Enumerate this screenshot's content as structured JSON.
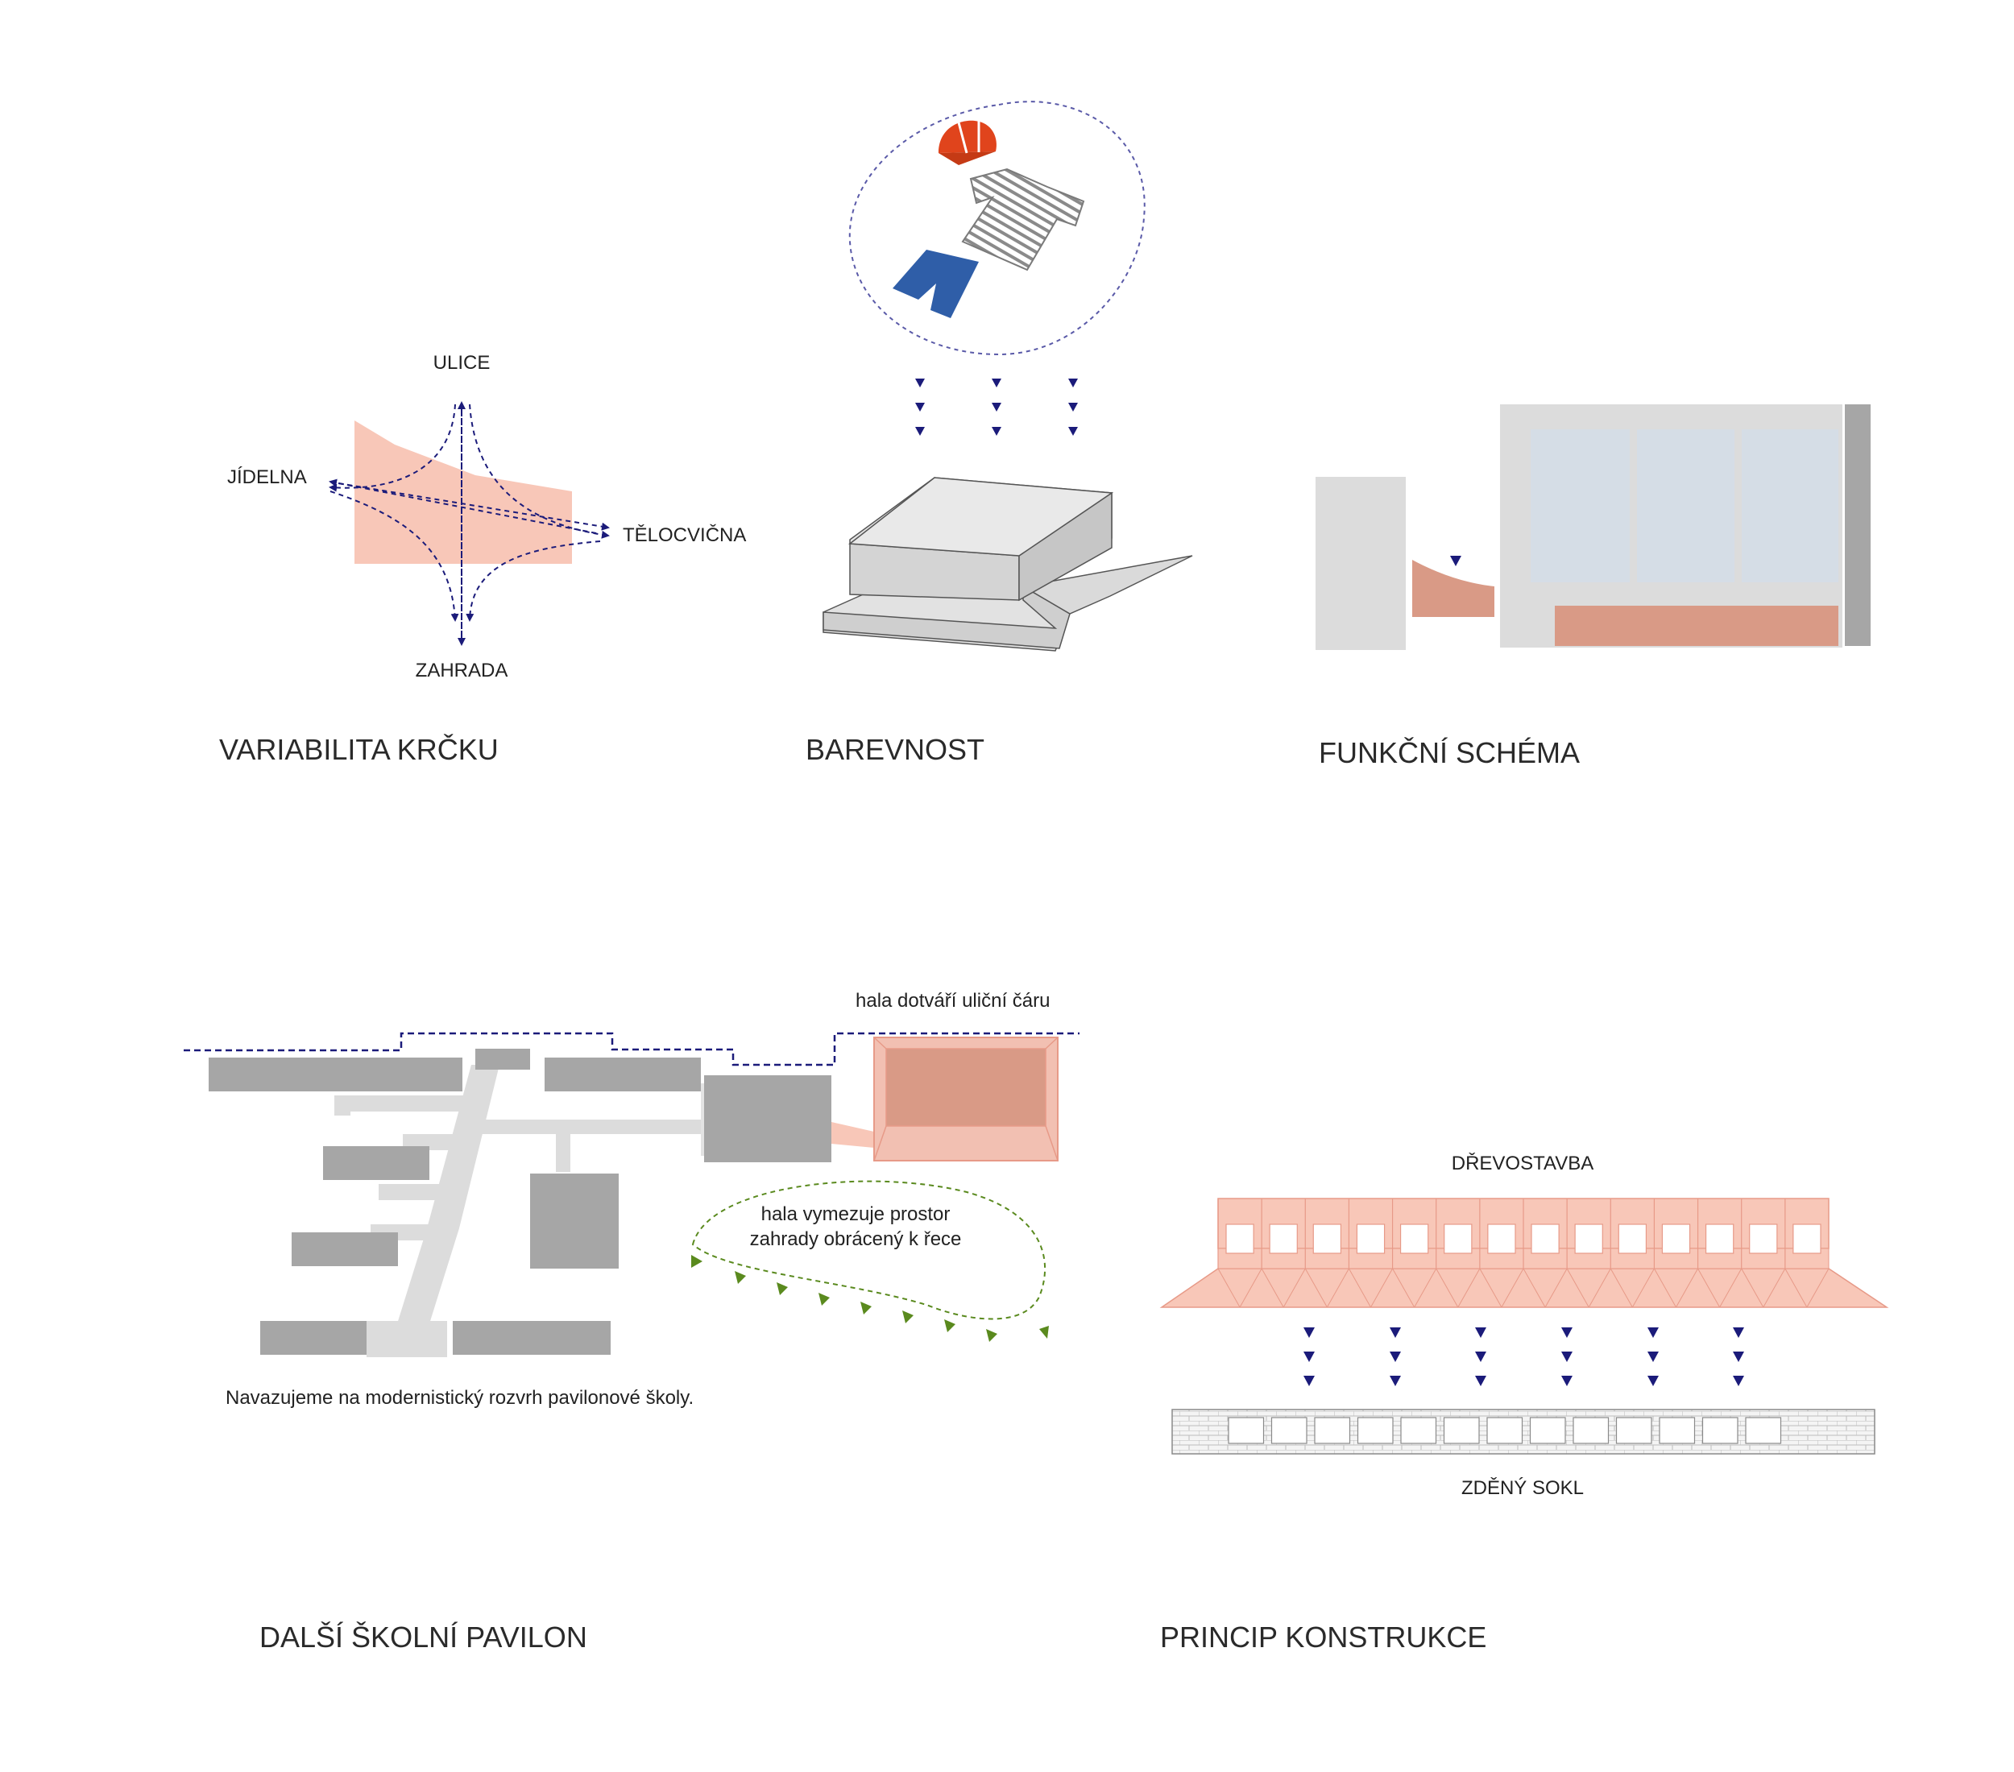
{
  "colors": {
    "salmon_light": "#f8c7b8",
    "salmon": "#d99a86",
    "salmon_pale": "#f2c0b2",
    "salmon_edge": "#e79a88",
    "grey_dark": "#a6a6a6",
    "grey_light": "#dcdcdc",
    "grey_mid": "#cfcfcf",
    "blue_arrow": "#1b1b7a",
    "blue_window": "#d5dde6",
    "shorts_blue": "#2f5ea8",
    "cap_red": "#e0441c",
    "green": "#5a8a1e"
  },
  "panels": {
    "variabilita": {
      "title": "VARIABILITA KRČKU",
      "labels": {
        "north": "ULICE",
        "west": "JÍDELNA",
        "east": "TĚLOCVIČNA",
        "south": "ZAHRADA"
      },
      "icons": [
        "flow-arrows-icon"
      ]
    },
    "barevnost": {
      "title": "BAREVNOST",
      "icons": [
        "cap-icon",
        "striped-shirt-icon",
        "shorts-icon",
        "down-arrow-icon",
        "building-massing-icon"
      ]
    },
    "funkcni": {
      "title": "FUNKČNÍ SCHÉMA",
      "icons": [
        "down-arrow-icon"
      ]
    },
    "pavilon": {
      "title": "DALŠÍ ŠKOLNÍ PAVILON",
      "street_note": "hala dotváří uliční čáru",
      "garden_note_line1": "hala vymezuje prostor",
      "garden_note_line2": "zahrady obrácený k řece",
      "caption": "Navazujeme na modernistický rozvrh pavilonové školy.",
      "icons": [
        "green-arrow-icon"
      ]
    },
    "konstrukce": {
      "title": "PRINCIP KONSTRUKCE",
      "top_label": "DŘEVOSTAVBA",
      "bottom_label": "ZDĚNÝ SOKL",
      "icons": [
        "down-arrow-icon",
        "brick-plinth-icon"
      ]
    }
  }
}
